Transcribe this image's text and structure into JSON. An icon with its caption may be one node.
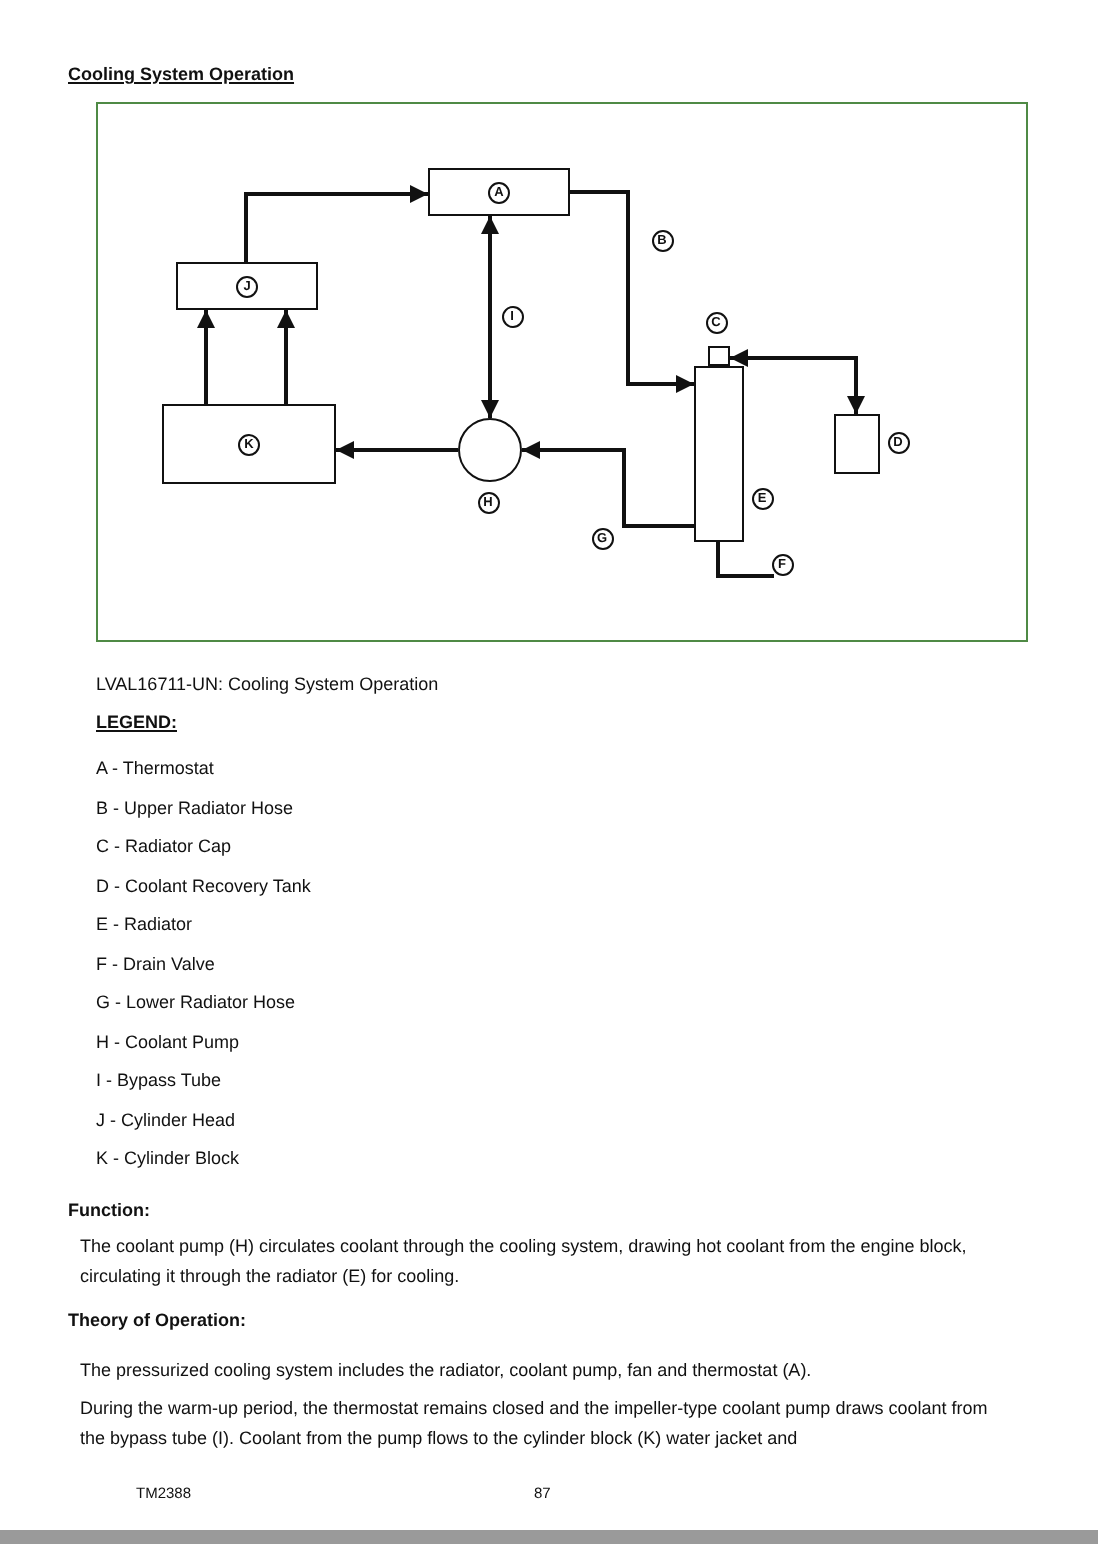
{
  "diagram": {
    "title": "Cooling System Operation",
    "caption": "LVAL16711-UN: Cooling System Operation",
    "nodes": [
      {
        "text": [
          "A"
        ]
      },
      {
        "text": [
          "J"
        ]
      },
      {
        "text": [
          "K"
        ]
      },
      {
        "text": [],
        "shape": "circle"
      },
      {
        "text": [],
        "shape": "box"
      },
      {
        "text": [],
        "shape": "box"
      },
      {
        "text": [],
        "shape": "box"
      },
      {
        "text": [
          "F"
        ]
      },
      {
        "text": [
          "B"
        ]
      },
      {
        "text": [
          "I"
        ]
      },
      {
        "text": [
          "C"
        ]
      },
      {
        "text": [
          "D"
        ]
      },
      {
        "text": [
          "H"
        ]
      },
      {
        "text": [
          "E"
        ]
      },
      {
        "text": [
          "G"
        ]
      }
    ],
    "edges": [
      {
        "from": 1,
        "to": 0,
        "arrow": "to"
      },
      {
        "from": 0,
        "to": 4,
        "arrow": "to"
      },
      {
        "from": 0,
        "to": 3,
        "arrow": "both"
      },
      {
        "from": 2,
        "to": 1,
        "arrow": "to"
      },
      {
        "from": 2,
        "to": 1,
        "arrow": "to"
      },
      {
        "from": 3,
        "to": 2,
        "arrow": "to"
      },
      {
        "from": 4,
        "to": 3,
        "arrow": "to"
      },
      {
        "from": 5,
        "to": 6,
        "arrow": "both"
      },
      {
        "from": 4,
        "to": 7,
        "arrow": "none"
      }
    ],
    "labels": [
      "LEGEND:",
      "A - Thermostat",
      "B - Upper Radiator Hose",
      "C - Radiator Cap",
      "D - Coolant Recovery Tank",
      "E - Radiator",
      "F - Drain Valve",
      "G - Lower Radiator Hose",
      "H - Coolant Pump",
      "I - Bypass Tube",
      "J - Cylinder Head",
      "K - Cylinder Block",
      "Function:",
      "The coolant pump (H) circulates coolant through the cooling system, drawing hot coolant from the engine block, circulating it through the radiator (E) for cooling.",
      "Theory of Operation:",
      "The pressurized cooling system includes the radiator, coolant pump, fan and thermostat (A).",
      "During the warm-up period, the thermostat remains closed and the impeller-type coolant pump draws coolant from the bypass tube (I). Coolant from the pump flows to the cylinder block (K) water jacket and",
      "TM2388",
      "87"
    ]
  }
}
